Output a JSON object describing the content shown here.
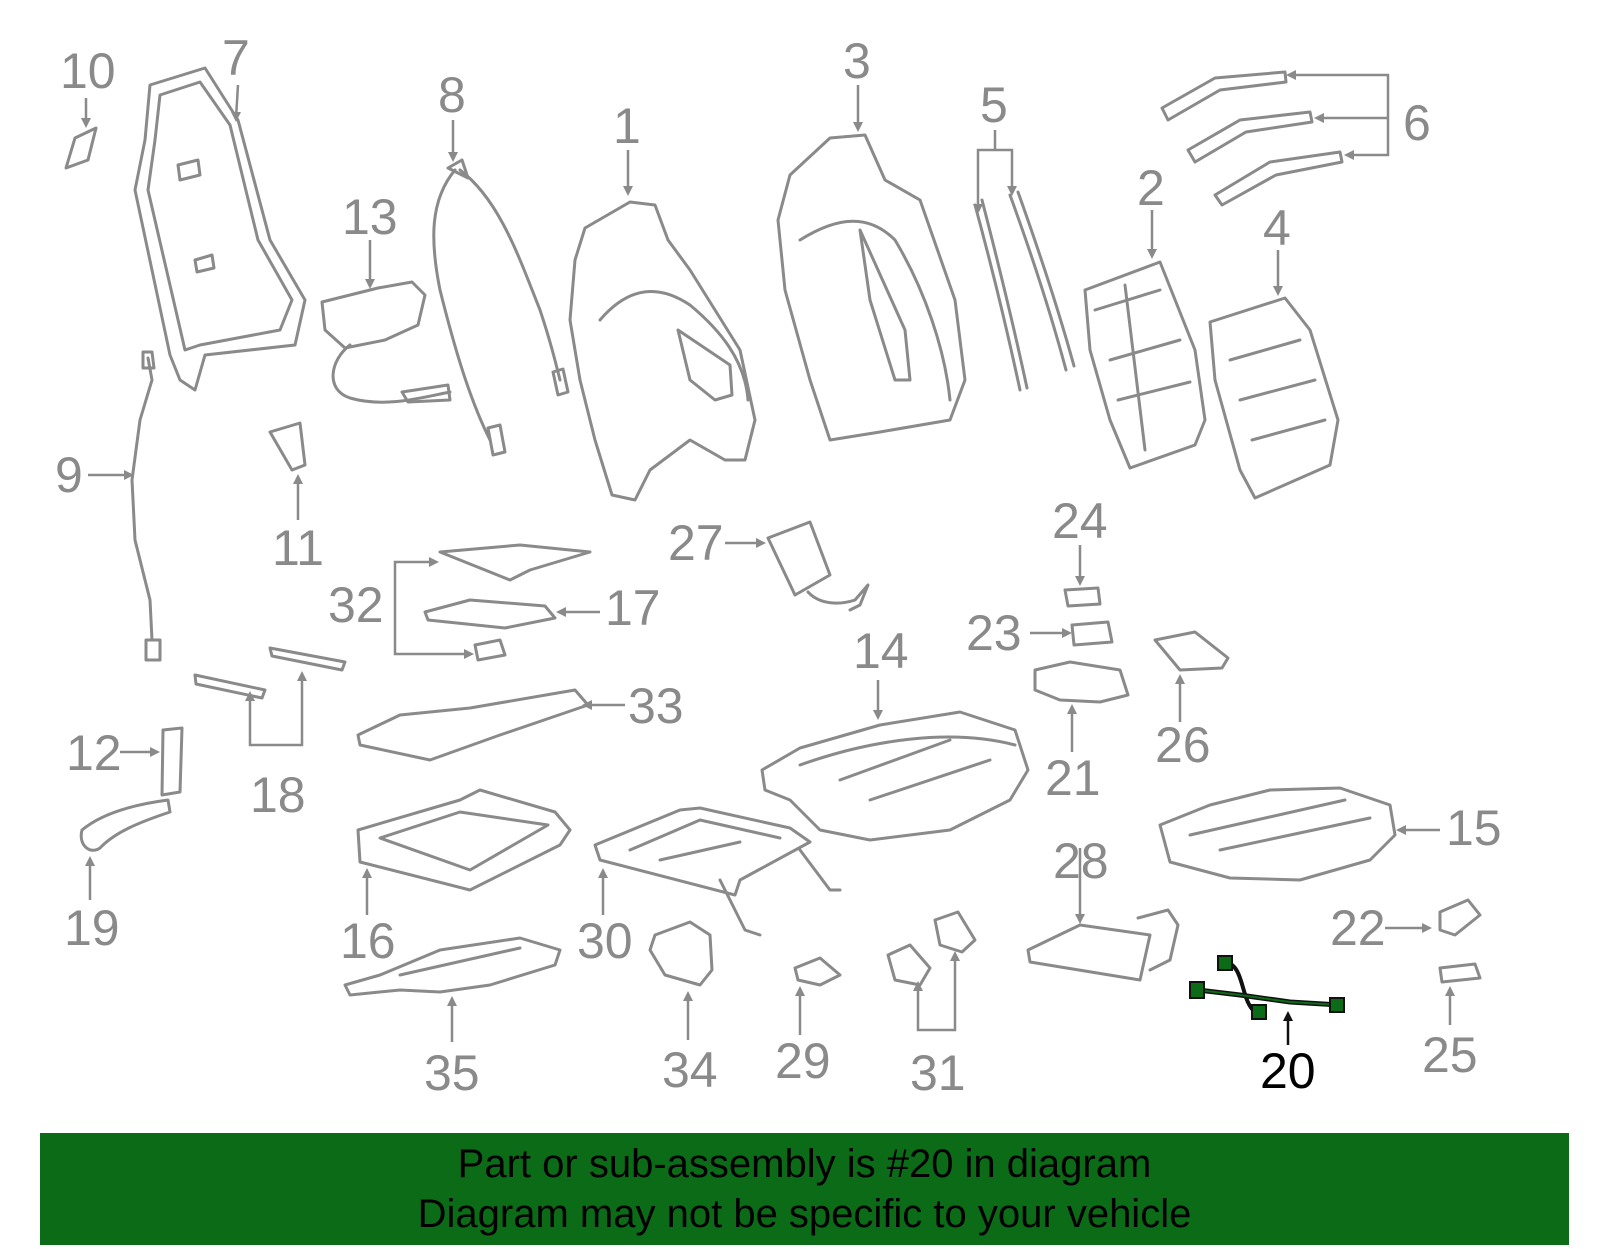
{
  "diagram": {
    "callouts": [
      {
        "id": "c1",
        "label": "1"
      },
      {
        "id": "c2",
        "label": "2"
      },
      {
        "id": "c3",
        "label": "3"
      },
      {
        "id": "c4",
        "label": "4"
      },
      {
        "id": "c5",
        "label": "5"
      },
      {
        "id": "c6",
        "label": "6"
      },
      {
        "id": "c7",
        "label": "7"
      },
      {
        "id": "c8",
        "label": "8"
      },
      {
        "id": "c9",
        "label": "9"
      },
      {
        "id": "c10",
        "label": "10"
      },
      {
        "id": "c11",
        "label": "11"
      },
      {
        "id": "c12",
        "label": "12"
      },
      {
        "id": "c13",
        "label": "13"
      },
      {
        "id": "c14",
        "label": "14"
      },
      {
        "id": "c15",
        "label": "15"
      },
      {
        "id": "c16",
        "label": "16"
      },
      {
        "id": "c17",
        "label": "17"
      },
      {
        "id": "c18",
        "label": "18"
      },
      {
        "id": "c19",
        "label": "19"
      },
      {
        "id": "c20",
        "label": "20"
      },
      {
        "id": "c21",
        "label": "21"
      },
      {
        "id": "c22",
        "label": "22"
      },
      {
        "id": "c23",
        "label": "23"
      },
      {
        "id": "c24",
        "label": "24"
      },
      {
        "id": "c25",
        "label": "25"
      },
      {
        "id": "c26",
        "label": "26"
      },
      {
        "id": "c27",
        "label": "27"
      },
      {
        "id": "c28",
        "label": "28"
      },
      {
        "id": "c29",
        "label": "29"
      },
      {
        "id": "c30",
        "label": "30"
      },
      {
        "id": "c31",
        "label": "31"
      },
      {
        "id": "c32",
        "label": "32"
      },
      {
        "id": "c33",
        "label": "33"
      },
      {
        "id": "c34",
        "label": "34"
      },
      {
        "id": "c35",
        "label": "35"
      }
    ],
    "highlighted_part": "20",
    "colors": {
      "part_line": "#8a8a8a",
      "highlight": "#0b6b17",
      "highlight_text": "#000000"
    }
  },
  "banner": {
    "line1": "Part or sub-assembly is #20 in diagram",
    "line2": "Diagram may not be specific to your vehicle",
    "background": "#0b6b17"
  }
}
